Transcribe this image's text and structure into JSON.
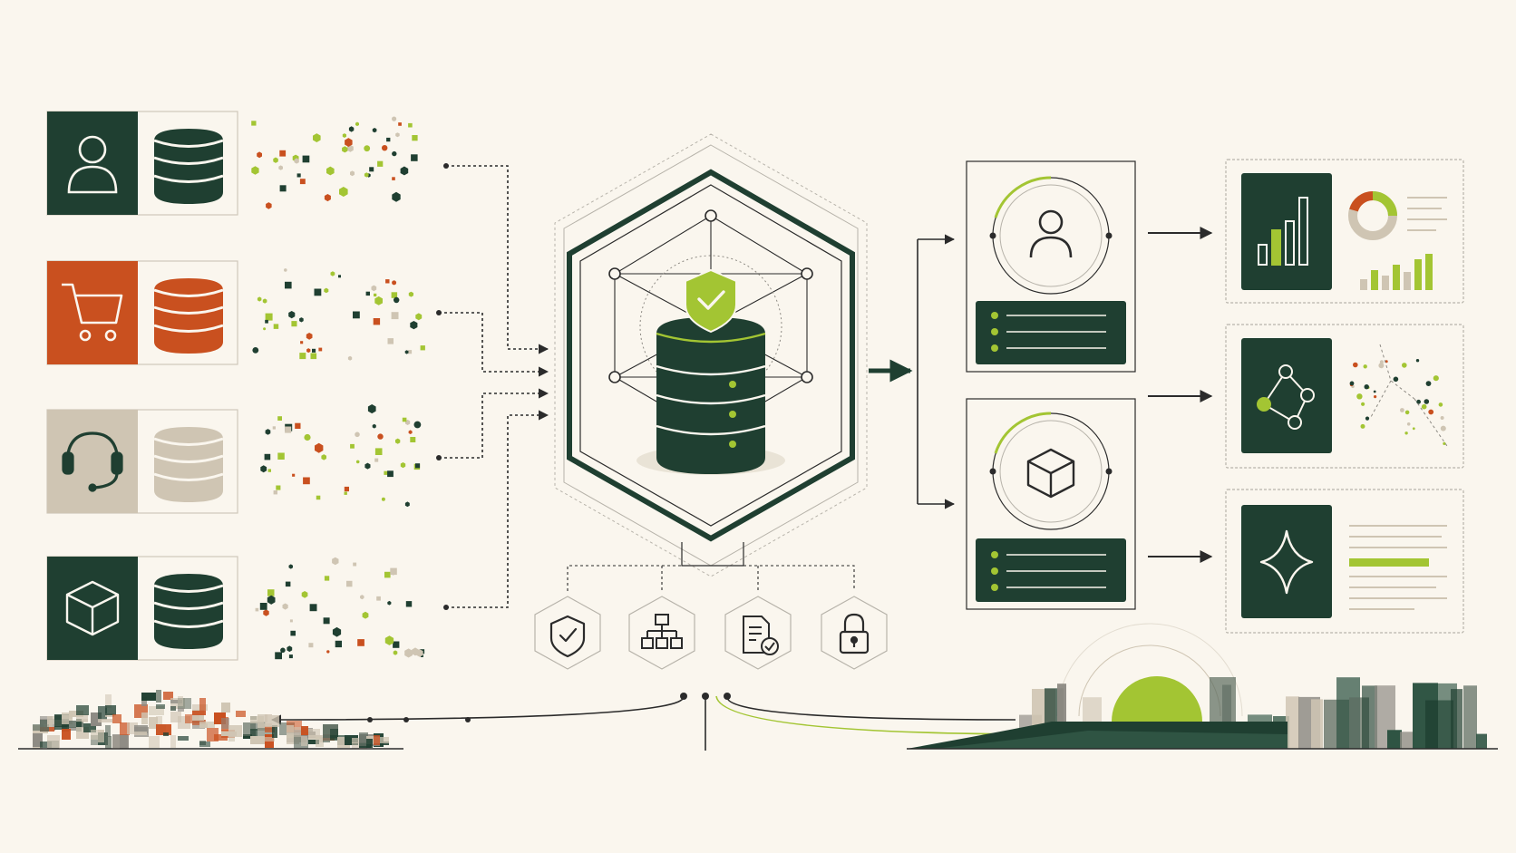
{
  "colors": {
    "background": "#faf6ee",
    "dark_green": "#1f3f31",
    "lime": "#a3c533",
    "orange": "#c9501f",
    "beige": "#cfc5b3",
    "line": "#2b2b2b",
    "gray_line": "#b7b3aa"
  },
  "sources": [
    {
      "icon": "user-icon",
      "color": "dark_green"
    },
    {
      "icon": "shopping-cart-icon",
      "color": "orange"
    },
    {
      "icon": "headset-icon",
      "color": "beige"
    },
    {
      "icon": "box-icon",
      "color": "dark_green"
    }
  ],
  "hub": {
    "icon": "database-icon",
    "badge": "shield-check-icon",
    "governance": [
      {
        "icon": "shield-check-icon"
      },
      {
        "icon": "hierarchy-icon"
      },
      {
        "icon": "document-check-icon"
      },
      {
        "icon": "padlock-icon"
      }
    ]
  },
  "entities": [
    {
      "icon": "user-icon"
    },
    {
      "icon": "box-icon"
    }
  ],
  "outputs": [
    {
      "icon": "bar-chart-icon"
    },
    {
      "icon": "network-graph-icon"
    },
    {
      "icon": "sparkle-icon"
    }
  ]
}
